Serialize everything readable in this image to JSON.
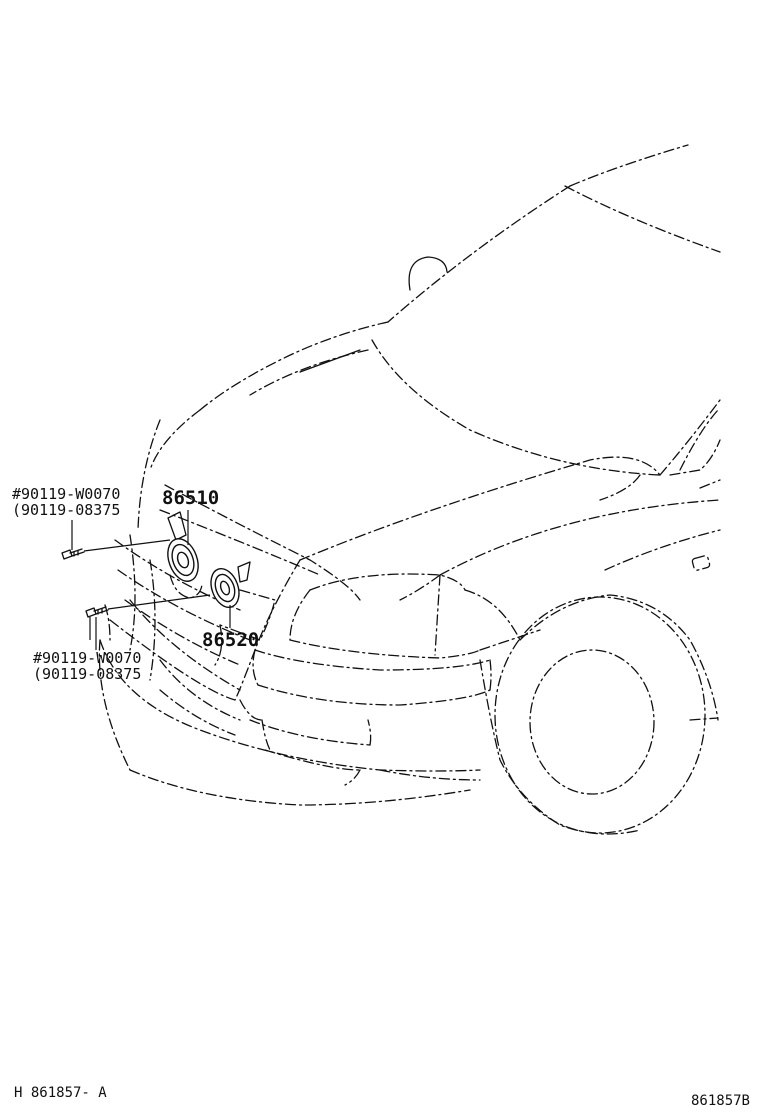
{
  "callouts": {
    "horn_high": "86510",
    "horn_low": "86520",
    "bolt_upper_primary": "#90119-W0070",
    "bolt_upper_alt": "(90119-08375",
    "bolt_lower_primary": "#90119-W0070",
    "bolt_lower_alt": "(90119-08375"
  },
  "footer": {
    "left_code": "H 861857- A",
    "right_code": "861857B"
  }
}
